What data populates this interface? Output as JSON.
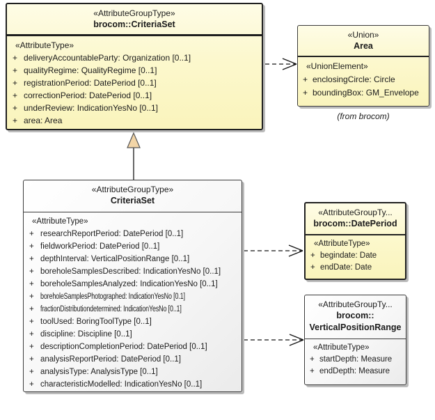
{
  "diagram_type": "uml-class-diagram",
  "symbols": {
    "plus": "+"
  },
  "colors": {
    "class_fill_yellow": "#fcf8cd",
    "class_fill_gray": "#f4f4f4",
    "border": "#1f1f1f",
    "shadow": "#bcbcbc",
    "generalization_arrow_fill": "#f2d5a7",
    "background": "#ffffff"
  },
  "classes": {
    "parent": {
      "stereotype": "«AttributeGroupType»",
      "name": "brocom::CriteriaSet",
      "member_stereotype": "«AttributeType»",
      "members": [
        "deliveryAccountableParty: Organization [0..1]",
        "qualityRegime: QualityRegime [0..1]",
        "registrationPeriod: DatePeriod [0..1]",
        "correctionPeriod: DatePeriod [0..1]",
        "underReview: IndicationYesNo [0..1]",
        "area: Area"
      ]
    },
    "area": {
      "stereotype": "«Union»",
      "name": "Area",
      "member_stereotype": "«UnionElement»",
      "members": [
        "enclosingCircle: Circle",
        "boundingBox: GM_Envelope"
      ],
      "caption": "(from brocom)"
    },
    "child": {
      "stereotype": "«AttributeGroupType»",
      "name": "CriteriaSet",
      "member_stereotype": "«AttributeType»",
      "members": [
        "researchReportPeriod: DatePeriod [0..1]",
        "fieldworkPeriod: DatePeriod [0..1]",
        "depthInterval: VerticalPositionRange [0..1]",
        "boreholeSamplesDescribed: IndicationYesNo [0..1]",
        "boreholeSamplesAnalyzed: IndicationYesNo [0..1]",
        "boreholeSamplesPhotographed: IndicationYesNo [0.1]",
        "fractionDistributiondetermined: IndicationYesNo [0..1]",
        "toolUsed: BoringToolType [0..1]",
        "discipline: Discipline [0..1]",
        "descriptionCompletionPeriod: DatePeriod [0..1]",
        "analysisReportPeriod: DatePeriod [0..1]",
        "analysisType: AnalysisType [0..1]",
        "characteristicModelled: IndicationYesNo [0..1]"
      ]
    },
    "dateperiod": {
      "stereotype": "«AttributeGroupTy...",
      "name": "brocom::DatePeriod",
      "member_stereotype": "«AttributeType»",
      "members": [
        "begindate: Date",
        "endDate: Date"
      ]
    },
    "verticalpositionrange": {
      "stereotype": "«AttributeGroupTy...",
      "name_lines": [
        "brocom::",
        "VerticalPositionRange"
      ],
      "member_stereotype": "«AttributeType»",
      "members": [
        "startDepth: Measure",
        "endDepth: Measure"
      ]
    }
  },
  "connectors": [
    {
      "type": "dependency",
      "from": "brocom::CriteriaSet",
      "to": "Area",
      "style": "dashed-open-arrow"
    },
    {
      "type": "generalization",
      "from": "CriteriaSet",
      "to": "brocom::CriteriaSet",
      "style": "solid-triangle"
    },
    {
      "type": "dependency",
      "from": "CriteriaSet",
      "to": "brocom::DatePeriod",
      "style": "dashed-open-arrow"
    },
    {
      "type": "dependency",
      "from": "CriteriaSet",
      "to": "brocom::VerticalPositionRange",
      "style": "dashed-open-arrow"
    }
  ]
}
